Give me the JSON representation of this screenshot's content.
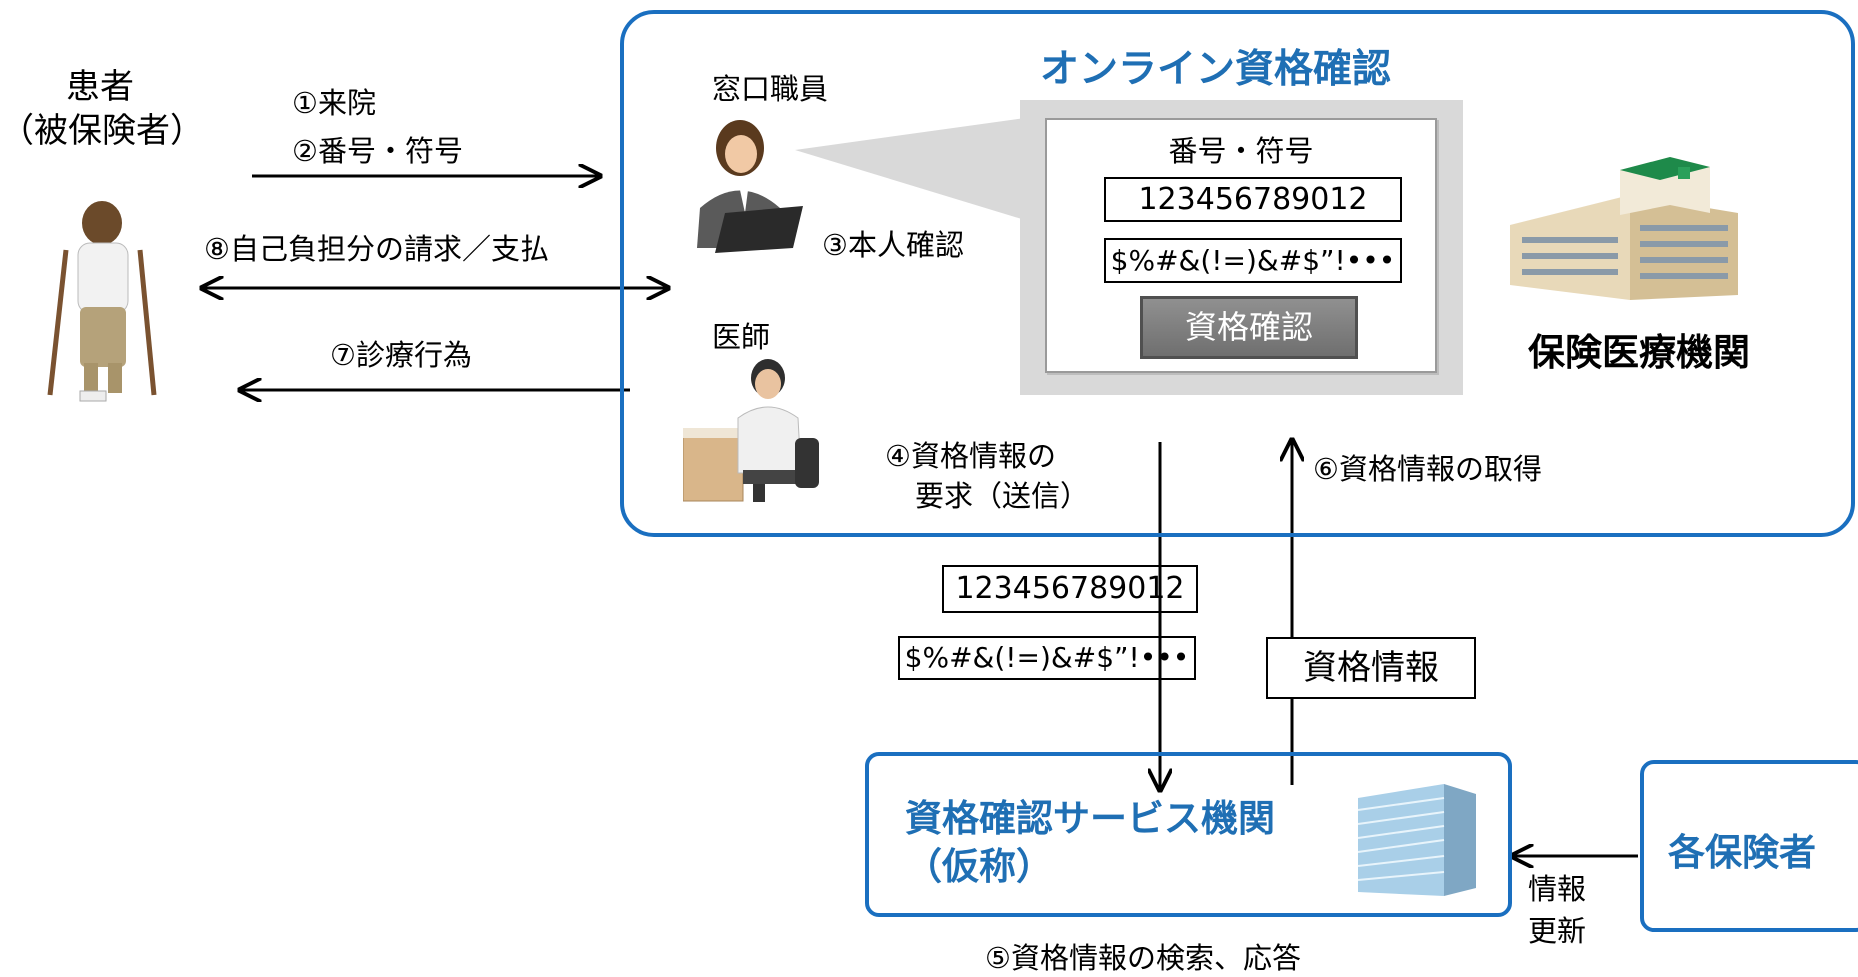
{
  "patient": {
    "line1": "患者",
    "line2": "（被保険者）"
  },
  "steps": {
    "s1": "①来院",
    "s2": "②番号・符号",
    "s3": "③本人確認",
    "s4_line1": "④資格情報の",
    "s4_line2": "要求（送信）",
    "s5": "⑤資格情報の検索、応答",
    "s6": "⑥資格情報の取得",
    "s7": "⑦診療行為",
    "s8": "⑧自己負担分の請求／支払"
  },
  "online": {
    "title": "オンライン資格確認",
    "window_staff": "窓口職員",
    "doctor": "医師",
    "facility": "保険医療機関",
    "form": {
      "label": "番号・符号",
      "number_value": "123456789012",
      "code_value": "$%#&(!=)&#$”!•••",
      "button": "資格確認"
    }
  },
  "transfer": {
    "number_value": "123456789012",
    "code_value": "$%#&(!=)&#$”!•••",
    "info_label": "資格情報"
  },
  "service": {
    "line1": "資格確認サービス機関",
    "line2": "（仮称）"
  },
  "insurer": {
    "label": "各保険者",
    "update_line1": "情報",
    "update_line2": "更新"
  },
  "colors": {
    "accent_blue": "#1f6fb4",
    "border_blue": "#1a6fc0",
    "gray_panel": "#d9d9d9",
    "button_gray": "#7f7f7f"
  }
}
